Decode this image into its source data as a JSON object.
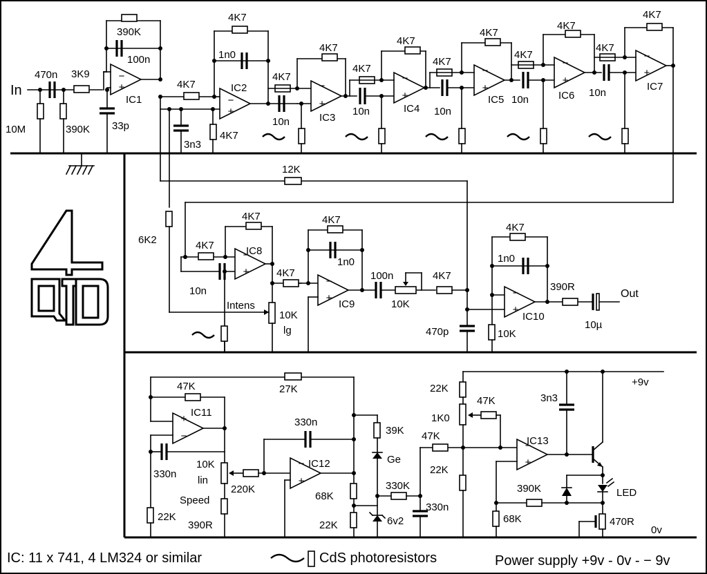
{
  "stage1": {
    "in_label": "In",
    "r_in": "10M",
    "c_in": "470n",
    "r_series": "3K9",
    "r_bias": "390K",
    "c_filter": "33p",
    "r_fb": "390K",
    "c_fb": "100n",
    "ic": "IC1"
  },
  "stage2": {
    "r_in": "4K7",
    "r_fb": "4K7",
    "c_fb": "1n0",
    "ic": "IC2",
    "c_bias": "3n3",
    "r_bias": "4K7"
  },
  "stage3": {
    "r_in": "4K7",
    "r_fb": "4K7",
    "c_in": "10n",
    "ic": "IC3"
  },
  "stage4": {
    "r_in": "4K7",
    "r_fb": "4K7",
    "c_in": "10n",
    "ic": "IC4"
  },
  "stage5": {
    "r_in": "4K7",
    "r_fb": "4K7",
    "c_in": "10n",
    "ic": "IC5"
  },
  "stage6": {
    "r_in": "4K7",
    "r_fb": "4K7",
    "c_in": "10n",
    "ic": "IC6"
  },
  "stage7": {
    "r_in": "4K7",
    "r_fb": "4K7",
    "c_in": "10n",
    "ic": "IC7"
  },
  "mix": {
    "r_12k": "12K",
    "r_6k2": "6K2"
  },
  "stage8": {
    "r_in": "4K7",
    "r_fb": "4K7",
    "c_in": "10n",
    "ic": "IC8",
    "intens_label": "Intens"
  },
  "stage9": {
    "r_in": "4K7",
    "r_fb": "4K7",
    "c_fb": "1n0",
    "ic": "IC9",
    "pot": "10K",
    "pot_label": "lg",
    "c_out": "100n",
    "pot2": "10K",
    "r_out": "4K7"
  },
  "stage10": {
    "r_fb": "4K7",
    "c_fb": "1n0",
    "ic": "IC10",
    "c_gnd": "470p",
    "r_gnd": "10K",
    "r_out": "390R",
    "c_out": "10µ",
    "out_label": "Out"
  },
  "lfo": {
    "r_47k": "47K",
    "r_27k": "27K",
    "ic11": "IC11",
    "c_330n_a": "330n",
    "c_330n_b": "330n",
    "ic12": "IC12",
    "r_39k": "39K",
    "diode_ge": "Ge",
    "pot": "10K",
    "pot_lin": "lin",
    "pot_speed": "Speed",
    "r_220k": "220K",
    "r_68k": "68K",
    "r_330k": "330K",
    "c_330n_c": "330n",
    "r_22k_a": "22K",
    "r_22k_b": "22K",
    "r_390r": "390R",
    "zener": "6v2"
  },
  "driver": {
    "r_22k_a": "22K",
    "pot_1k0": "1K0",
    "r_47k_a": "47K",
    "r_47k_b": "47K",
    "r_22k_b": "22K",
    "ic13": "IC13",
    "c_3n3": "3n3",
    "r_390k": "390K",
    "r_68k": "68K",
    "led": "LED",
    "r_470r": "470R",
    "rail_pos": "+9v",
    "rail_zero": "0v"
  },
  "footer": {
    "ic_note": "IC: 11 x 741, 4 LM324 or similar",
    "cds_note": "CdS photoresistors",
    "power_note": "Power supply +9v - 0v -  − 9v"
  },
  "logo": {
    "digit": "4",
    "letters": "QTD"
  }
}
